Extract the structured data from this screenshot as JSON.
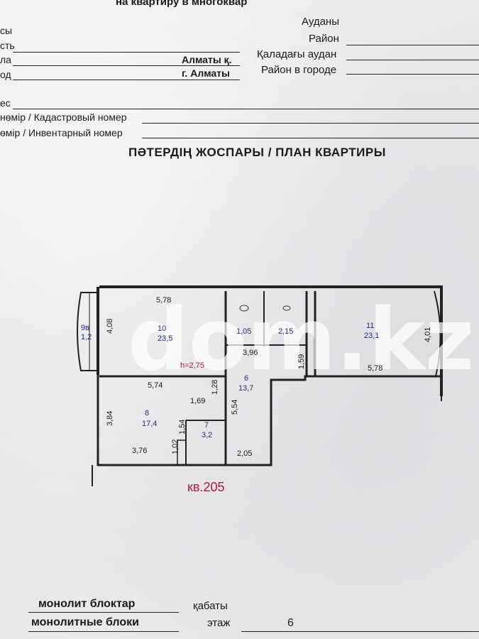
{
  "header": {
    "top_partial": "на квартиру в многоквар",
    "row1_left": "сы",
    "row1_right": "Ауданы",
    "row2_left": "сть",
    "row2_right": "Район",
    "row3_left": "ла",
    "row3_mid": "Алматы қ.",
    "row3_right": "Қаладағы аудан",
    "row4_left": "од",
    "row4_mid": "г. Алматы",
    "row4_right": "Район в городе",
    "row5_left": "ес",
    "row6_left": "нөмір / Кадастровый номер",
    "row7_left": "өмір / Инвентарный номер"
  },
  "plan": {
    "title": "ПӘТЕРДІҢ ЖОСПАРЫ / ПЛАН КВАРТИРЫ",
    "ceiling_height": "h=2,75",
    "apartment": "кв.205",
    "watermark": "dom.kz",
    "rooms": [
      {
        "num": "9в",
        "area": "1,2"
      },
      {
        "num": "10",
        "area": "23,5"
      },
      {
        "num": "1,05",
        "area": ""
      },
      {
        "num": "2,15",
        "area": ""
      },
      {
        "num": "11",
        "area": "23,1"
      },
      {
        "num": "6",
        "area": "13,7"
      },
      {
        "num": "8",
        "area": "17,4"
      },
      {
        "num": "7",
        "area": "3,2"
      }
    ],
    "dimensions": {
      "d578_top": "5,78",
      "d408": "4,08",
      "d396": "3,96",
      "d159": "1,59",
      "d401": "4,01",
      "d578_bottom": "5,78",
      "d574": "5,74",
      "d128": "1,28",
      "d169": "1,69",
      "d554": "5,54",
      "d384": "3,84",
      "d154": "1,54",
      "d102": "1,02",
      "d376": "3,76",
      "d205": "2,05"
    }
  },
  "footer": {
    "material_kz": "монолит блоктар",
    "material_ru": "монолитные блоки",
    "floor_kz": "қабаты",
    "floor_ru": "этаж",
    "floor_value": "6"
  }
}
